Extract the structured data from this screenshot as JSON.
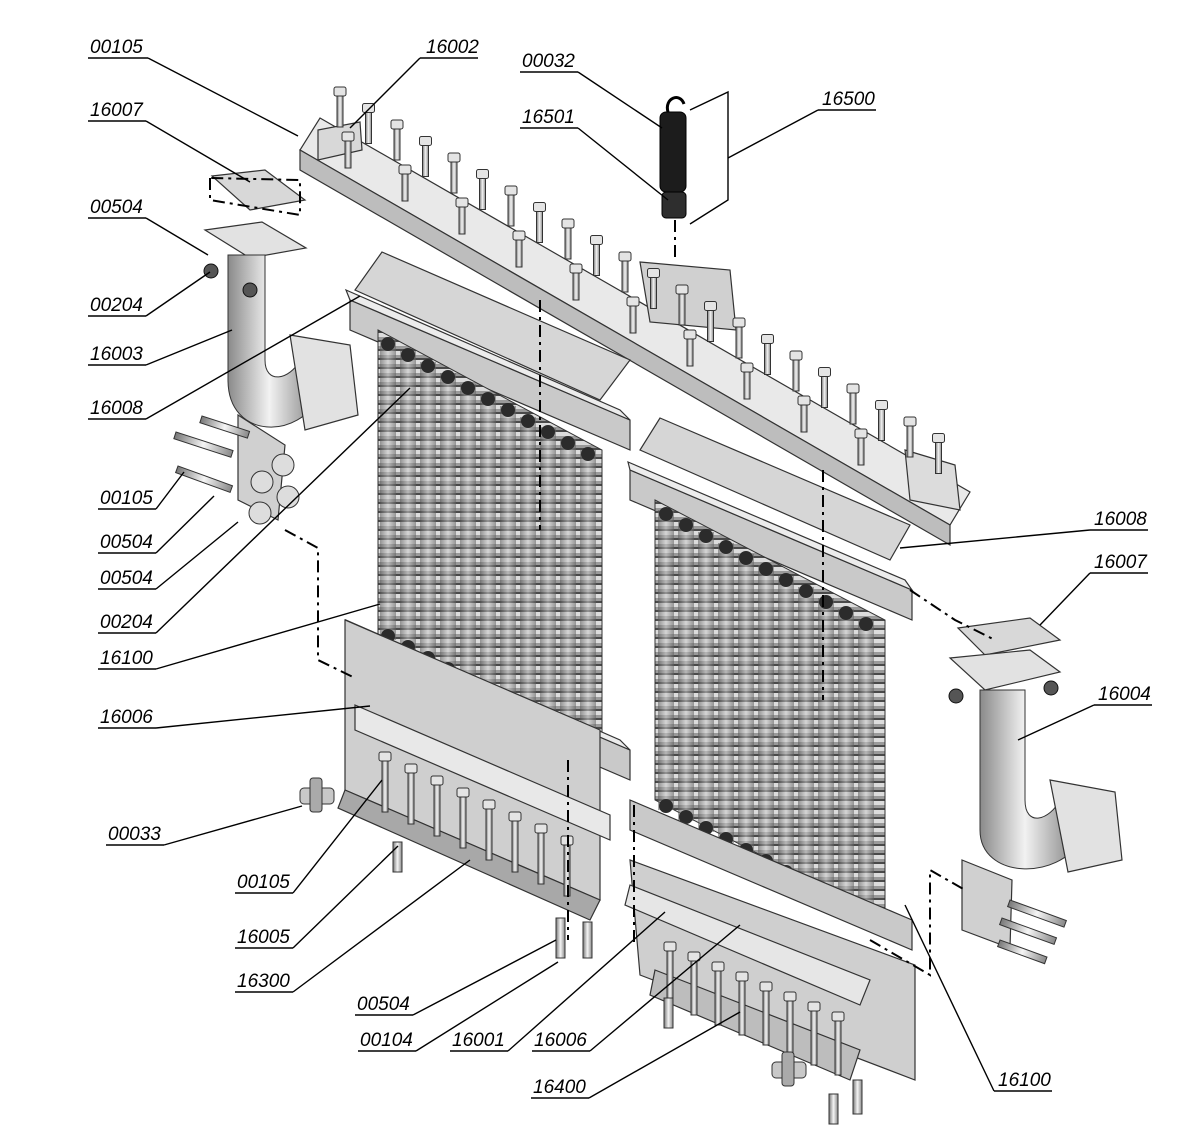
{
  "colors": {
    "metal_light": "#e6e6e6",
    "metal_mid": "#b8b8b8",
    "metal_dark": "#6e6e6e",
    "outline": "#333333",
    "ink": "#000000"
  },
  "callouts": {
    "c00105_top": "00105",
    "c16002": "16002",
    "c00032": "00032",
    "c16501": "16501",
    "c16500": "16500",
    "c16007_left": "16007",
    "c00504_left": "00504",
    "c00204_left": "00204",
    "c16003": "16003",
    "c16008_left": "16008",
    "c00105_mid": "00105",
    "c00504_mid_a": "00504",
    "c00504_mid_b": "00504",
    "c00204_mid": "00204",
    "c16100_left": "16100",
    "c16006_left": "16006",
    "c00033": "00033",
    "c00105_low": "00105",
    "c16005": "16005",
    "c16300": "16300",
    "c00504_bottom": "00504",
    "c00104": "00104",
    "c16001": "16001",
    "c16006_bottom": "16006",
    "c16400": "16400",
    "c16100_right": "16100",
    "c16008_right": "16008",
    "c16007_right": "16007",
    "c16004": "16004"
  },
  "icons": {
    "assembly": "exploded-radiator-assembly-drawing"
  }
}
